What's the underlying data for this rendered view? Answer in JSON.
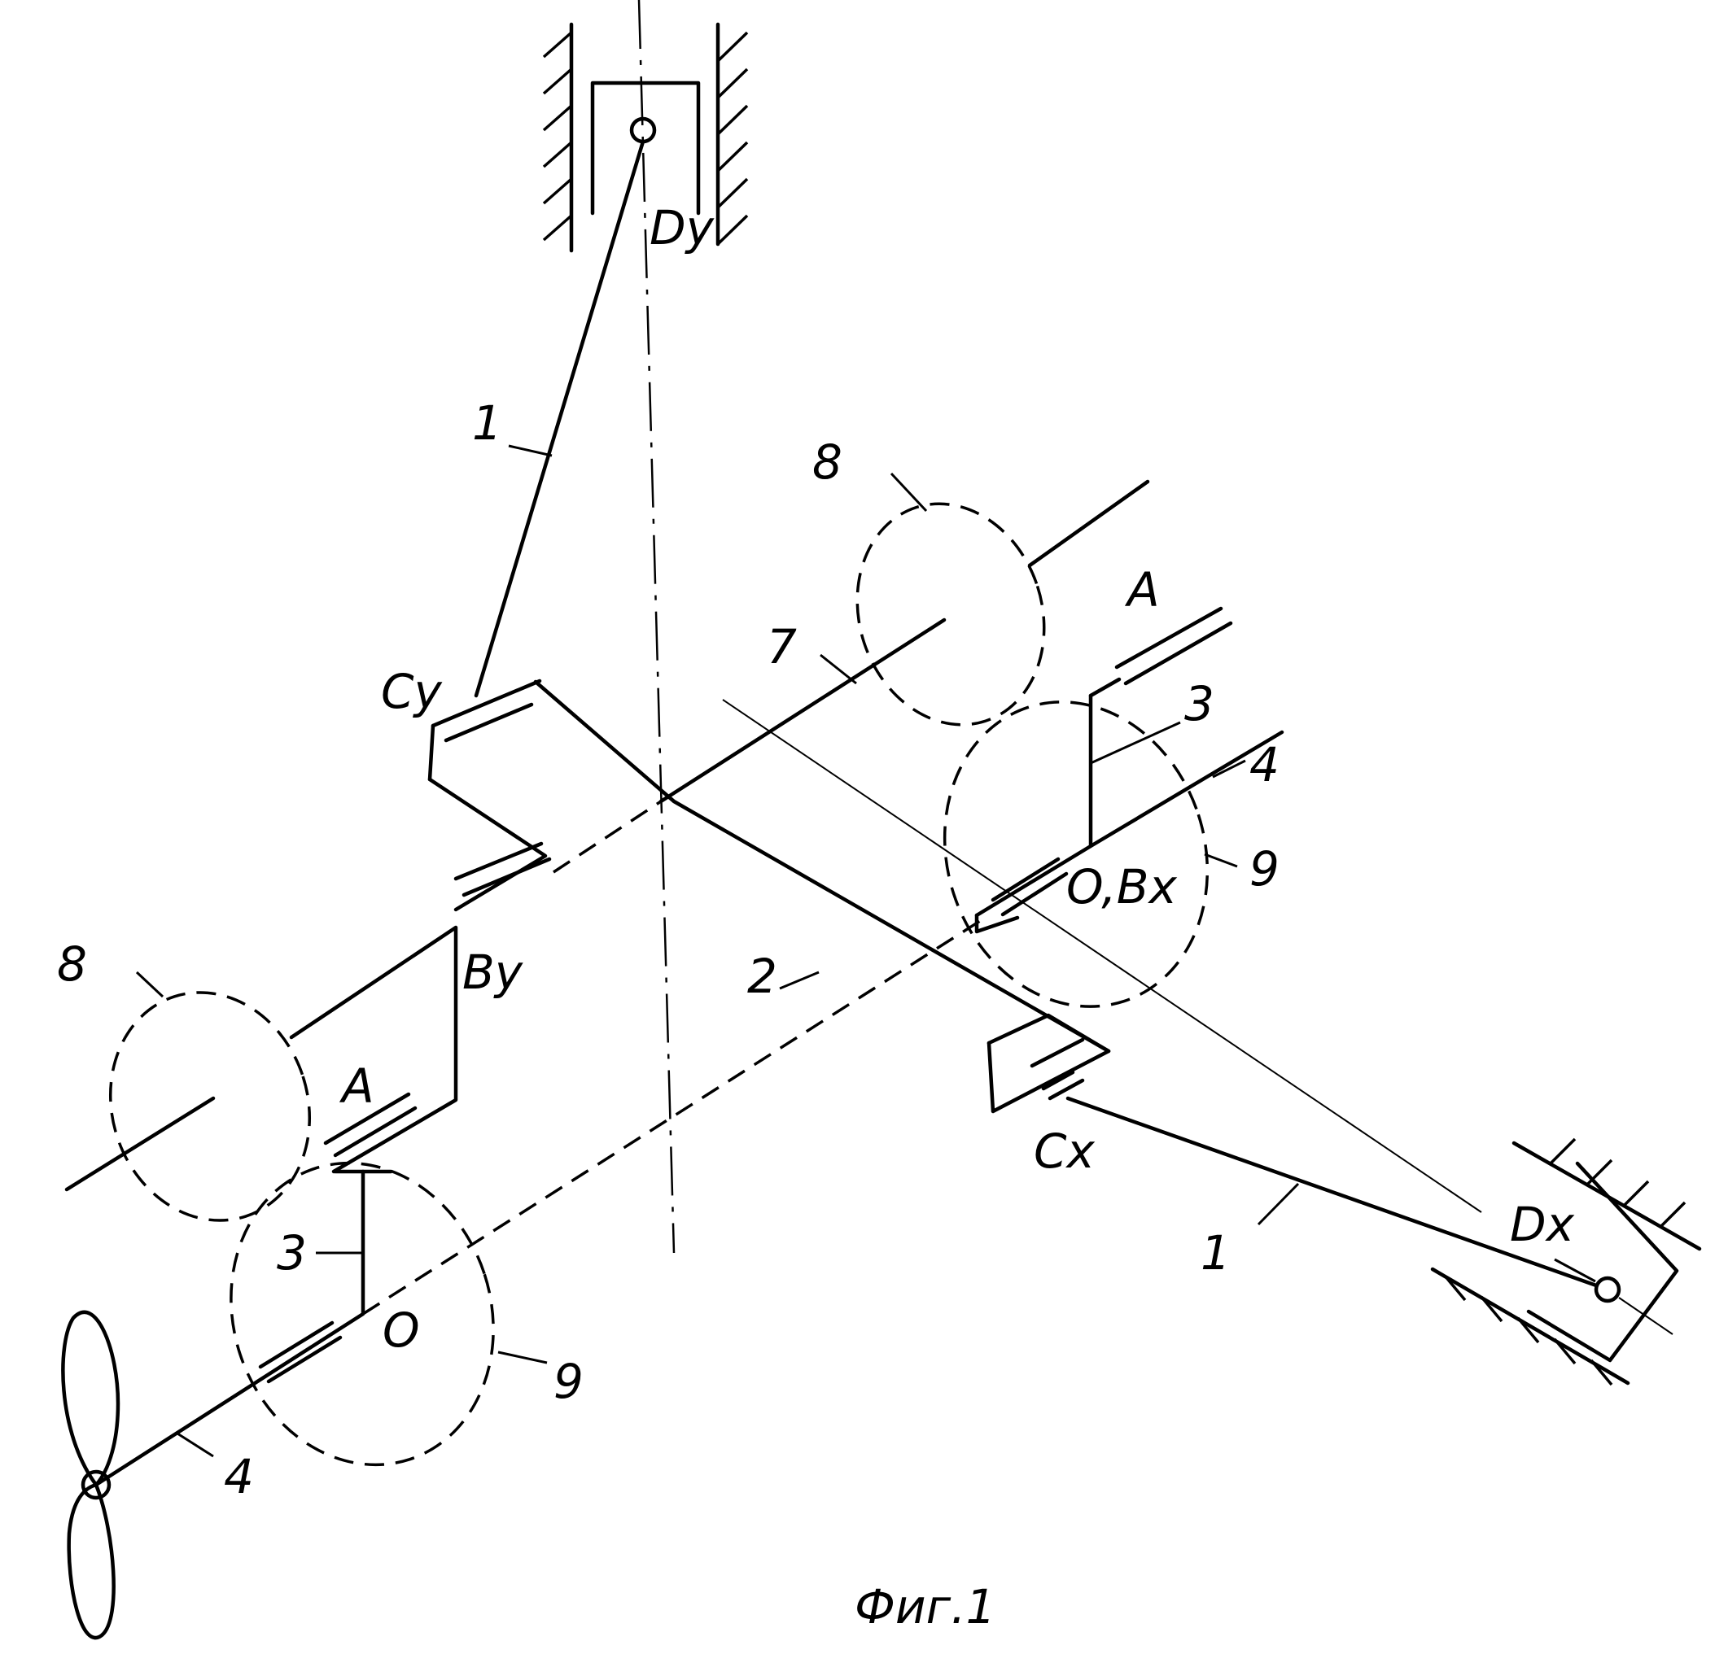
{
  "figure": {
    "caption": "Фиг.1",
    "labels": {
      "dy": "Dy",
      "cy": "Cy",
      "by": "By",
      "a_top": "A",
      "a_left": "A",
      "o_left": "O",
      "obx": "O,Bx",
      "cx": "Cx",
      "dx": "Dx",
      "n1_top": "1",
      "n1_bottom": "1",
      "n2": "2",
      "n3_left": "3",
      "n3_right": "3",
      "n4_left": "4",
      "n4_right": "4",
      "n7": "7",
      "n8_left": "8",
      "n8_top": "8",
      "n9_left": "9",
      "n9_right": "9"
    }
  }
}
